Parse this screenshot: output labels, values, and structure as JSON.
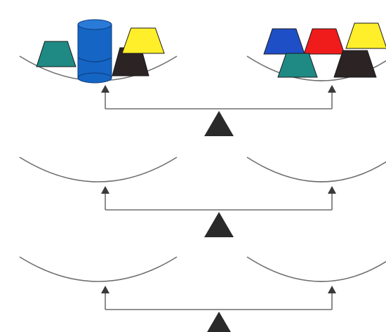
{
  "colors": {
    "line": "#6f6f6f",
    "fulcrum": "#2a2a2a",
    "teal": "#1f8a84",
    "blue": "#1f4fc7",
    "cylinder_blue": "#1565c4",
    "yellow": "#ffef2a",
    "dark": "#2b2324",
    "red": "#f01b1b",
    "background": "#ffffff"
  },
  "scales": [
    {
      "id": "scale-1",
      "left_pan": [
        {
          "shape": "trapezoid",
          "color": "teal"
        },
        {
          "shape": "cylinder",
          "color": "cylinder_blue"
        },
        {
          "shape": "trapezoid",
          "color": "yellow"
        },
        {
          "shape": "trapezoid",
          "color": "dark"
        }
      ],
      "right_pan": [
        {
          "shape": "trapezoid",
          "color": "blue"
        },
        {
          "shape": "trapezoid",
          "color": "red"
        },
        {
          "shape": "trapezoid",
          "color": "yellow"
        },
        {
          "shape": "trapezoid",
          "color": "teal"
        },
        {
          "shape": "trapezoid",
          "color": "dark"
        }
      ]
    },
    {
      "id": "scale-2",
      "left_pan": [],
      "right_pan": []
    },
    {
      "id": "scale-3",
      "left_pan": [],
      "right_pan": []
    }
  ]
}
